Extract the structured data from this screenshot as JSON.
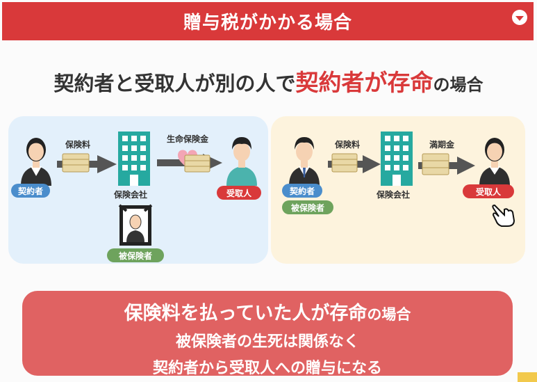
{
  "header": {
    "title": "贈与税がかかる場合"
  },
  "subtitle": {
    "part1": "契約者と受取人が別の人で",
    "highlight": "契約者が存命",
    "part2": "の場合"
  },
  "left_panel": {
    "premium_label": "保険料",
    "benefit_label": "生命保険金",
    "contractor": "契約者",
    "company": "保険会社",
    "recipient": "受取人",
    "insured": "被保険者"
  },
  "right_panel": {
    "premium_label": "保険料",
    "benefit_label": "満期金",
    "contractor": "契約者",
    "insured": "被保険者",
    "company": "保険会社",
    "recipient": "受取人"
  },
  "summary": {
    "line1_main": "保険料を払っていた人が存命",
    "line1_suffix": "の場合",
    "line2": "被保険者の生死は関係なく",
    "line3": "契約者から受取人への贈与になる"
  },
  "colors": {
    "accent": "#d9393a",
    "building": "#26a9a0",
    "badge_blue": "#4a8dcc",
    "badge_green": "#6ea35d"
  }
}
